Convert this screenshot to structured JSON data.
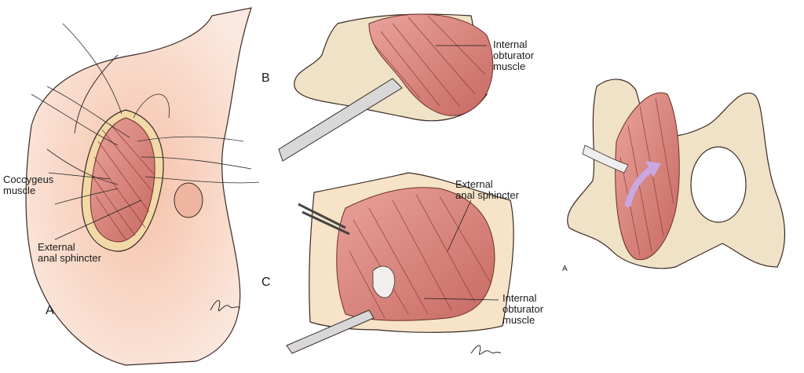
{
  "figure": {
    "panel_left": {
      "letter": "A",
      "labels": {
        "coccygeus": "Coccygeus\nmuscle",
        "external_sphincter": "External\nanal sphincter"
      }
    },
    "panel_b": {
      "letter": "B",
      "labels": {
        "internal_obturator": "Internal\nobturator\nmuscle"
      }
    },
    "panel_c": {
      "letter": "C",
      "labels": {
        "external_anal_sphincter": "External\nanal sphincter",
        "internal_obturator": "Internal\nobturator\nmuscle"
      }
    },
    "panel_right": {
      "letter": "A"
    },
    "colors": {
      "muscle": "#d98a84",
      "muscle_dark": "#b85a55",
      "skin": "#f3c7b2",
      "bone": "#efe2c6",
      "outline": "#3a2a25",
      "arrow": "#c9a7e0"
    }
  }
}
